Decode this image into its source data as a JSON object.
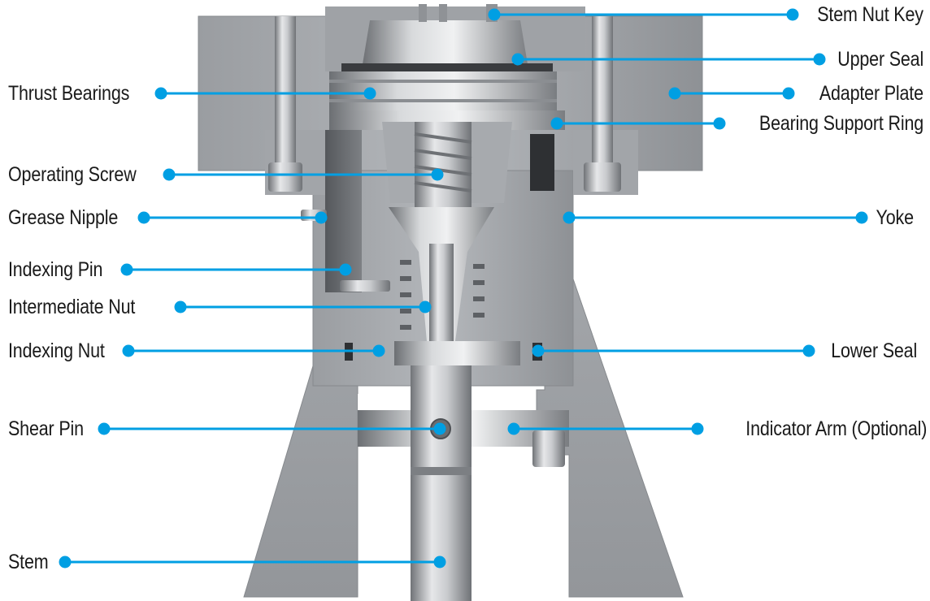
{
  "accent_color": "#009fe3",
  "callouts": {
    "stem_nut_key": "Stem Nut Key",
    "upper_seal": "Upper Seal",
    "thrust_bearings": "Thrust Bearings",
    "adapter_plate": "Adapter Plate",
    "bearing_support_ring": "Bearing Support Ring",
    "operating_screw": "Operating Screw",
    "grease_nipple": "Grease Nipple",
    "yoke": "Yoke",
    "indexing_pin": "Indexing Pin",
    "intermediate_nut": "Intermediate Nut",
    "indexing_nut": "Indexing Nut",
    "lower_seal": "Lower Seal",
    "shear_pin": "Shear Pin",
    "indicator_arm": "Indicator Arm (Optional)",
    "stem": "Stem"
  }
}
